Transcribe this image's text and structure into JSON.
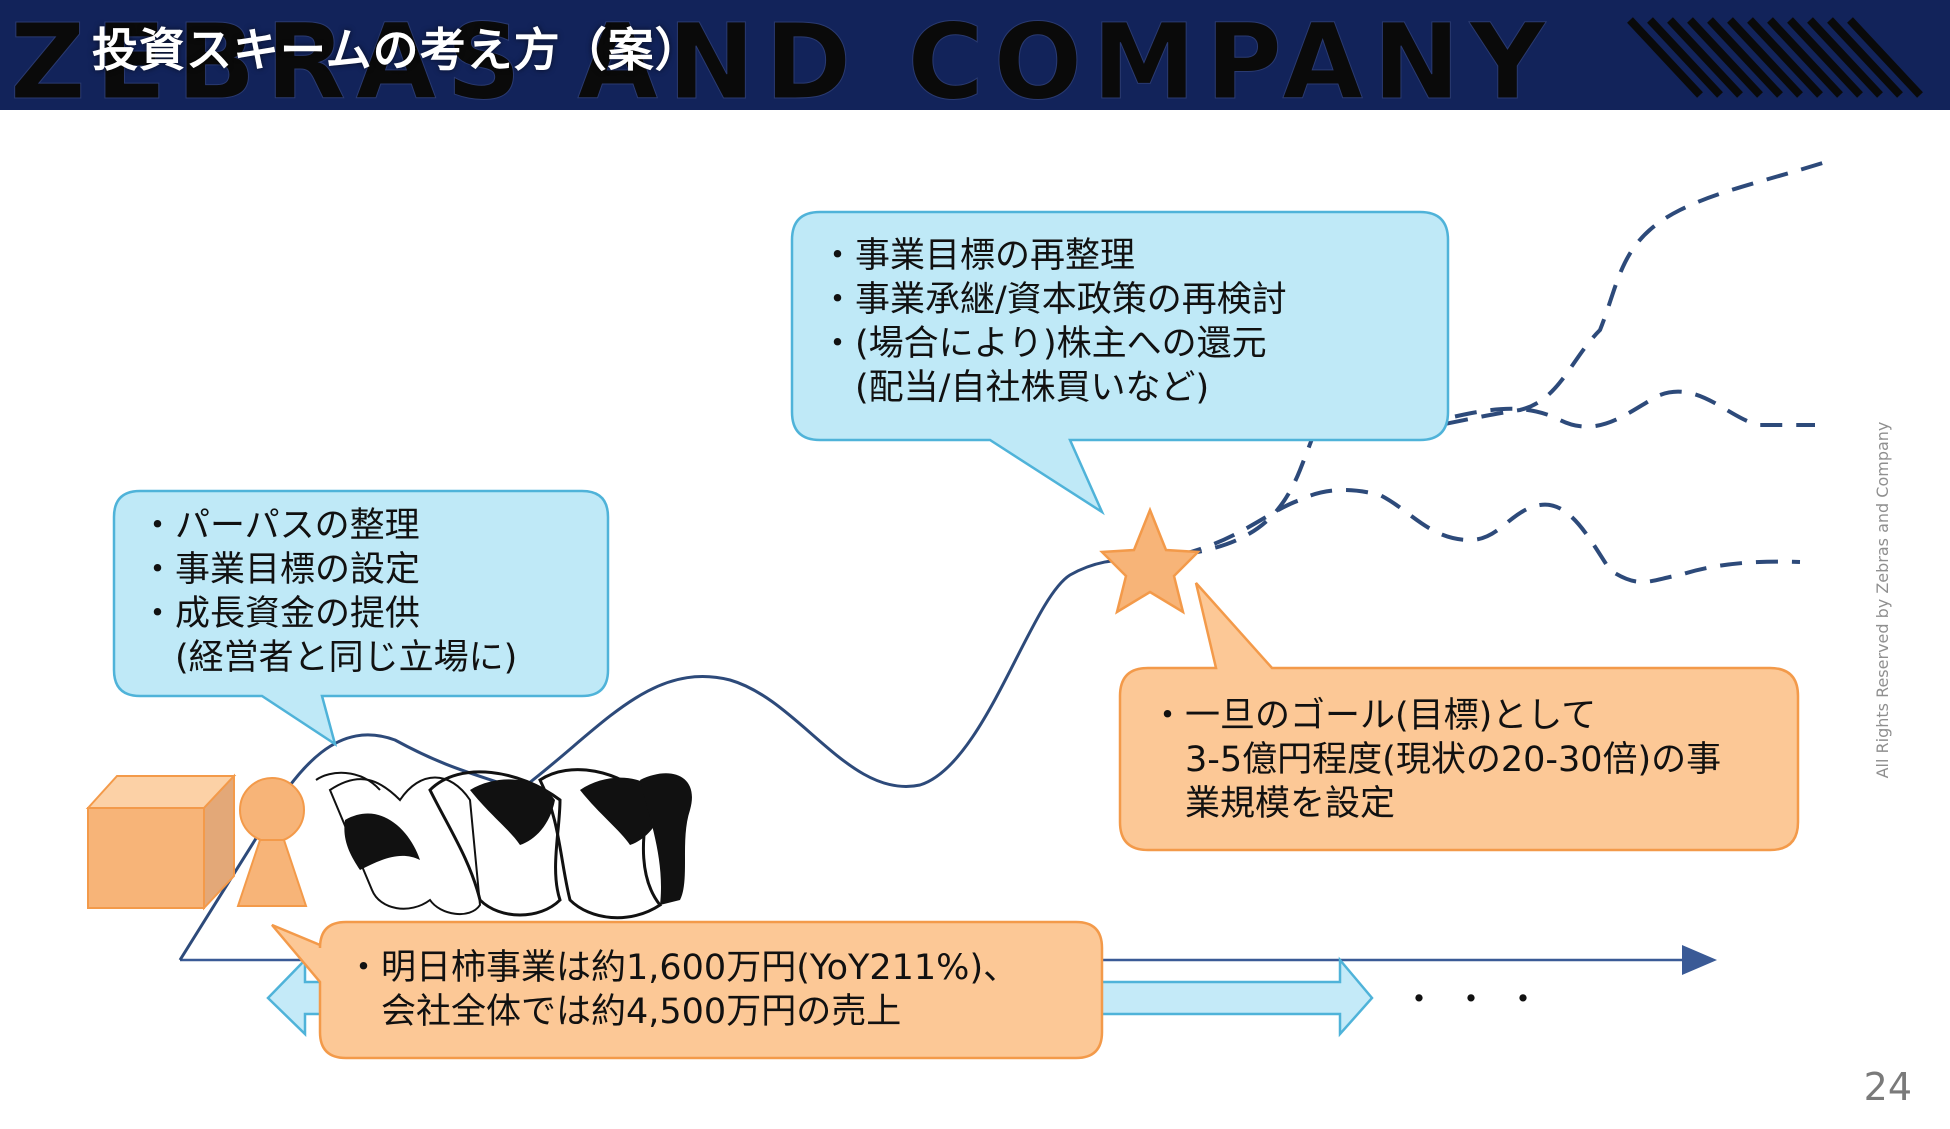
{
  "header": {
    "title": "投資スキームの考え方（案）",
    "brand_text": "ZEBRAS AND COMPANY",
    "background": "#12235a"
  },
  "bubbles": {
    "top": {
      "lines": [
        "・事業目標の再整理",
        "・事業承継/資本政策の再検討",
        "・(場合により)株主への還元",
        "　(配当/自社株買いなど)"
      ],
      "fill": "#bfe9f7",
      "border": "#4fb3d9"
    },
    "left": {
      "lines": [
        "・パーパスの整理",
        "・事業目標の設定",
        "・成長資金の提供",
        "　(経営者と同じ立場に)"
      ],
      "fill": "#bfe9f7",
      "border": "#4fb3d9"
    },
    "right": {
      "lines": [
        "・一旦のゴール(目標)として",
        "　3-5億円程度(現状の20-30倍)の事",
        "　業規模を設定"
      ],
      "fill": "#fcc896",
      "border": "#f39a4a"
    },
    "bottom": {
      "lines": [
        "・明日柿事業は約1,600万円(YoY211%)、",
        "　会社全体では約4,500万円の売上"
      ],
      "fill": "#fcc896",
      "border": "#f39a4a"
    }
  },
  "ellipsis": "・・・",
  "icons": [
    "cube-icon",
    "person-icon",
    "zebra-horses-icon",
    "star-icon"
  ],
  "copyright": "All Rights Reserved by Zebras and Company",
  "page_number": "24",
  "colors": {
    "curve": "#2d4a7a",
    "accent_orange": "#f7b478"
  }
}
